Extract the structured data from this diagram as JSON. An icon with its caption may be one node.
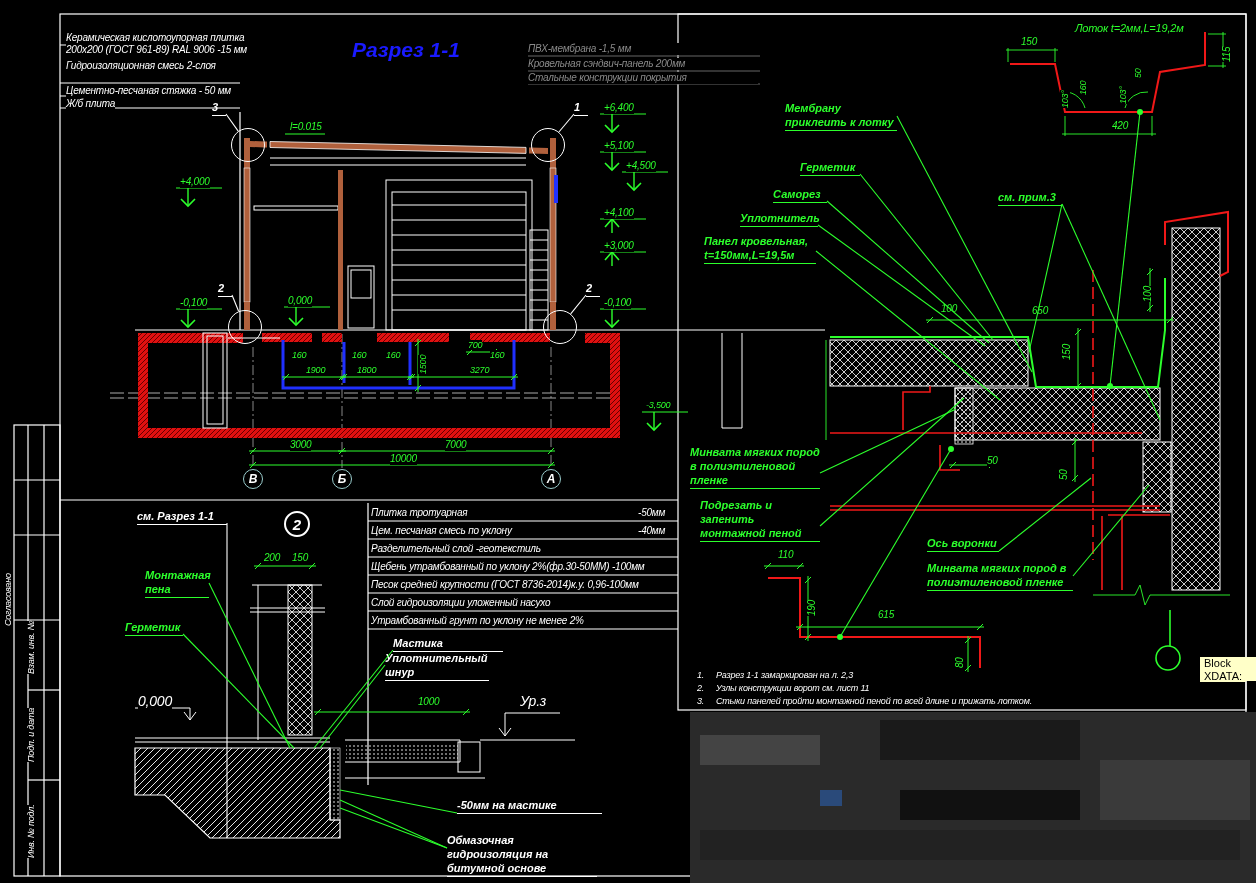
{
  "diagram": {
    "title": "Разрез 1-1",
    "nodes": [
      {
        "text": [
          "3"
        ]
      },
      {
        "text": [],
        "shape": "circle"
      },
      {
        "text": [
          "1"
        ]
      },
      {
        "text": [],
        "shape": "circle"
      },
      {
        "text": [
          "2"
        ]
      },
      {
        "text": [],
        "shape": "circle"
      },
      {
        "text": [
          "2"
        ]
      },
      {
        "text": [],
        "shape": "circle"
      },
      {
        "text": [
          "Мембрану приклеить к лотку"
        ]
      },
      {
        "text": [
          "Герметик"
        ]
      },
      {
        "text": [
          "Саморез"
        ]
      },
      {
        "text": [
          "Уплотнитель"
        ]
      },
      {
        "text": [
          "Панел кровельная, t=150мм,L=19,5м"
        ]
      },
      {
        "text": [
          "см. прим.3"
        ]
      },
      {
        "text": [
          "Минвата мягких пород в полиэтиленовой пленке"
        ]
      },
      {
        "text": [
          "Подрезать и запенить монтажной пеной"
        ]
      },
      {
        "text": [
          "Ось воронки"
        ]
      },
      {
        "text": [
          "Минвата мягких пород в полиэтиленовой пленке"
        ]
      },
      {
        "text": [
          "см. Разрез 1-1"
        ]
      },
      {
        "text": [
          "Монтажная пена"
        ]
      },
      {
        "text": [
          "Герметик"
        ]
      },
      {
        "text": [
          "Мастика"
        ]
      },
      {
        "text": [
          "Уплотнительный шнур"
        ]
      },
      {
        "text": [
          "-50мм на мастике"
        ]
      },
      {
        "text": [
          "Обмазочная гидроизоляция на битумной основе"
        ]
      },
      {
        "text": [],
        "shape": "picture"
      },
      {
        "text": [],
        "shape": "picture"
      },
      {
        "text": [],
        "shape": "picture"
      }
    ],
    "edges": [
      {
        "from": 0,
        "to": 1,
        "arrow": "none",
        "color": "#ffffff"
      },
      {
        "from": 2,
        "to": 3,
        "arrow": "none",
        "color": "#ffffff"
      },
      {
        "from": 4,
        "to": 5,
        "arrow": "none",
        "color": "#ffffff"
      },
      {
        "from": 6,
        "to": 7,
        "arrow": "none",
        "color": "#ffffff"
      },
      {
        "from": 8,
        "to": null,
        "arrow": "none"
      },
      {
        "from": 9,
        "to": null,
        "arrow": "none"
      },
      {
        "from": 10,
        "to": null,
        "arrow": "none"
      },
      {
        "from": 11,
        "to": null,
        "arrow": "none"
      },
      {
        "from": 12,
        "to": null,
        "arrow": "none"
      },
      {
        "from": 13,
        "to": null,
        "arrow": "none"
      },
      {
        "from": 13,
        "to": null,
        "arrow": "none"
      },
      {
        "from": 14,
        "to": null,
        "arrow": "none"
      },
      {
        "from": 15,
        "to": null,
        "arrow": "none"
      },
      {
        "from": 16,
        "to": null,
        "arrow": "none"
      },
      {
        "from": 17,
        "to": null,
        "arrow": "none"
      },
      {
        "from": 18,
        "to": 27,
        "arrow": "none",
        "color": "#ffffff"
      },
      {
        "from": 19,
        "to": 27,
        "arrow": "none"
      },
      {
        "from": 20,
        "to": 27,
        "arrow": "none"
      },
      {
        "from": 21,
        "to": 27,
        "arrow": "none"
      },
      {
        "from": 22,
        "to": 27,
        "arrow": "none"
      },
      {
        "from": 23,
        "to": 27,
        "arrow": "none"
      },
      {
        "from": 24,
        "to": 27,
        "arrow": "none"
      },
      {
        "from": 24,
        "to": 27,
        "arrow": "none"
      },
      {
        "from": 25,
        "to": null,
        "arrow": "other"
      },
      {
        "from": 26,
        "to": null,
        "arrow": "other"
      }
    ],
    "labels": [
      "Керамическая кислотоупорная плитка 200x200 (ГОСТ 961-89) RAL 9006 -15 мм",
      "Гидроизоляционная смесь 2-слоя",
      "Цементно-песчаная стяжка - 50 мм",
      "Ж/б плита",
      "ПВХ-мембрана -1,5 мм",
      "Кровельная сэндвич-панель 200мм",
      "Стальные конструкции покрытия",
      "l=0.015",
      "+6,400",
      "+5,100",
      "+4,500",
      "+4,000",
      "+4,100",
      "+3,000",
      "-0,100",
      "0,000",
      "-0,100",
      "160",
      "160",
      "160",
      "160",
      "700",
      "1500",
      "1900",
      "1800",
      "3270",
      "-3,500",
      "3000",
      "7000",
      "10000",
      "В",
      "Б",
      "А",
      "Лоток t=2мм,L=19,2м",
      "150",
      "160",
      "103°",
      "103°",
      "50",
      "115",
      "420",
      "100",
      "650",
      "100",
      "150",
      "50",
      "50",
      "110",
      "190",
      "615",
      "80",
      "1.",
      "Разрез 1-1 замаркирован на л. 2,3",
      "2.",
      "Узлы конструкции ворот см. лист 11",
      "3.",
      "Стыки панелей пройти монтажной пеной по всей длине и прижать лотком.",
      "2",
      "200",
      "150",
      "Плитка тротуарная",
      "-50мм",
      "Цем. песчаная смесь по уклону",
      "-40мм",
      "Разделительный слой -геотекстиль",
      "Щебень утрамбованный по уклону 2%(фр.30-50ММ) -100мм",
      "Песок средней крупности (ГОСТ 8736-2014)к.у. 0,96-100мм",
      "Слой гидроизоляции уложенный насухо",
      "Утрамбованный грунт по уклону не менее 2%",
      "0,000",
      "1000",
      "Ур.з",
      "Согласовано",
      "Взам. инв. №",
      "Подп. и дата",
      "Инв. № подл.",
      "Block Attrib",
      "XDATA:"
    ]
  }
}
